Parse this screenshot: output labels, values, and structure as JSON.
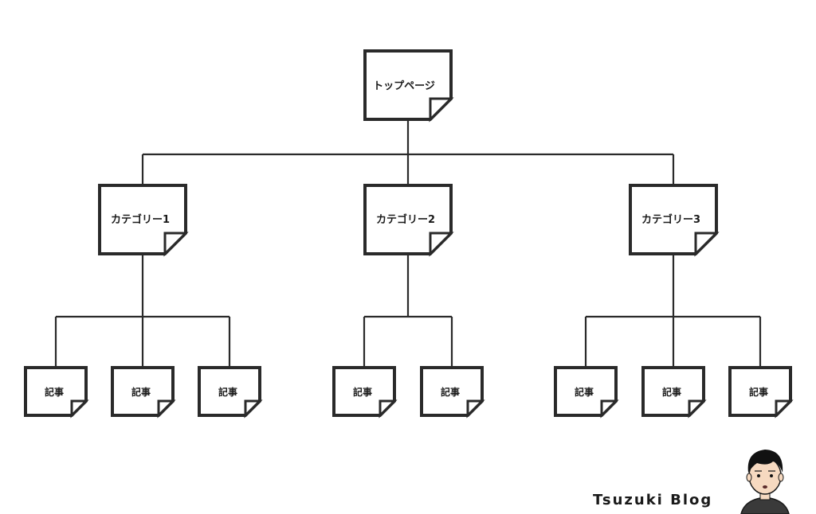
{
  "top": {
    "label": "トップページ"
  },
  "categories": [
    {
      "label": "カテゴリー1",
      "articles": [
        "記事",
        "記事",
        "記事"
      ]
    },
    {
      "label": "カテゴリー2",
      "articles": [
        "記事",
        "記事"
      ]
    },
    {
      "label": "カテゴリー3",
      "articles": [
        "記事",
        "記事",
        "記事"
      ]
    }
  ],
  "footer": {
    "blog_name": "Tsuzuki Blog"
  },
  "colors": {
    "stroke": "#2a2a2a",
    "background": "#ffffff"
  }
}
